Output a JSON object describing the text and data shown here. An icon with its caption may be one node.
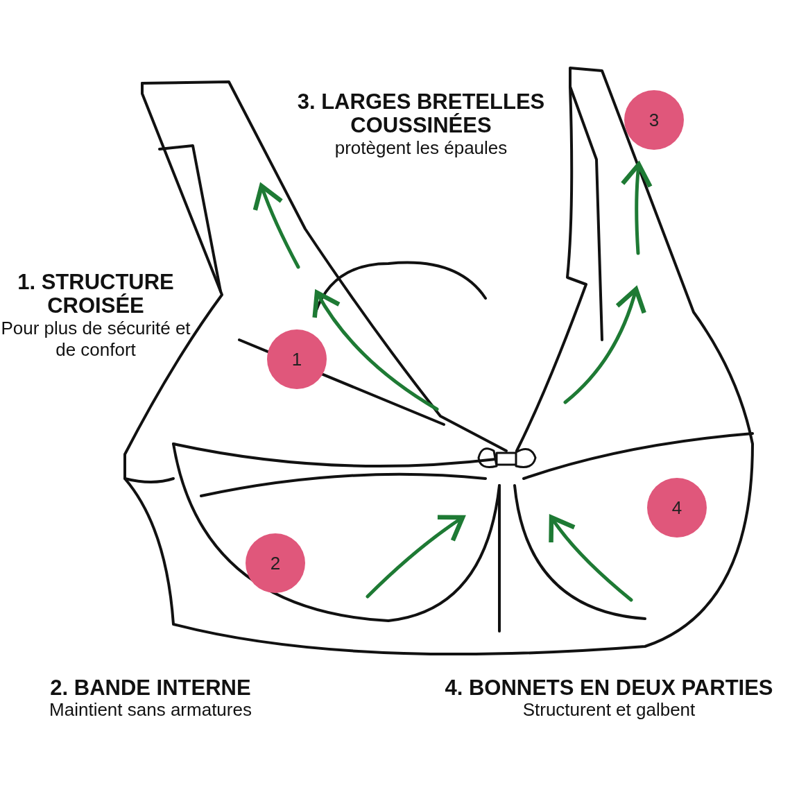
{
  "diagram": {
    "nodes": [
      {
        "text": [
          "3"
        ]
      },
      {
        "text": [
          "1"
        ]
      },
      {
        "text": [
          "4"
        ]
      },
      {
        "text": [
          "2"
        ]
      }
    ],
    "labels": [
      "3. LARGES BRETELLES COUSSINÉES",
      "protègent les épaules",
      "1. STRUCTURE CROISÉE",
      "Pour plus de sécurité et de confort",
      "2. BANDE INTERNE",
      "Maintient sans armatures",
      "4. BONNETS EN DEUX PARTIES",
      "Structurent et galbent"
    ]
  }
}
